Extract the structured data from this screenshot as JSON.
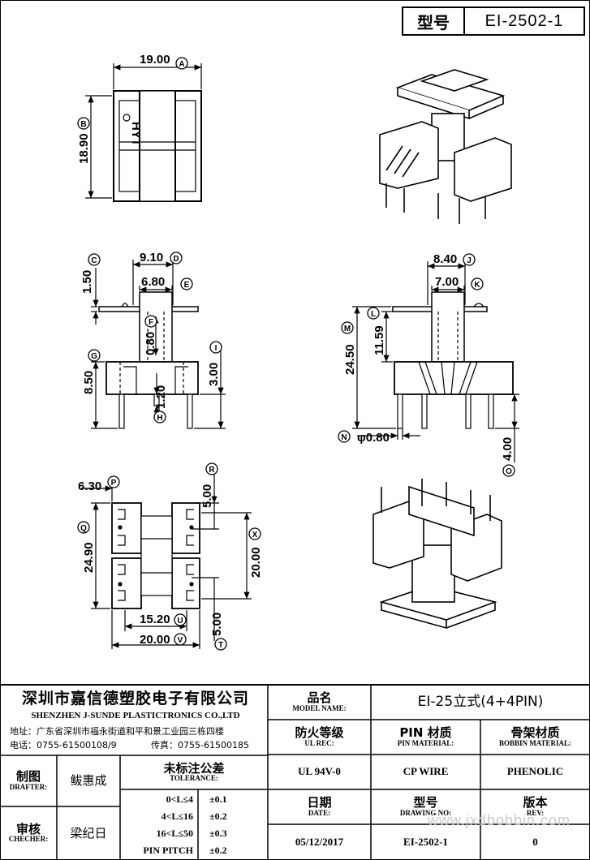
{
  "header": {
    "model_label": "型号",
    "model_value": "EI-2502-1"
  },
  "dimensions": {
    "a": "19.00",
    "b": "18.90",
    "c": "1.50",
    "d": "9.10",
    "e": "6.80",
    "f": "0.80",
    "g": "8.50",
    "h": "1.20",
    "i": "3.00",
    "j": "8.40",
    "k": "7.00",
    "l": "11.59",
    "m": "24.50",
    "n": "φ0.80",
    "o": "4.00",
    "p": "6.30",
    "q": "24.90",
    "r": "5.00",
    "s": "20.00",
    "t": "5.00",
    "u": "15.20",
    "v": "20.00"
  },
  "circle_letters": {
    "a": "A",
    "b": "B",
    "c": "C",
    "d": "D",
    "e": "E",
    "f": "F",
    "g": "G",
    "h": "H",
    "i": "I",
    "j": "J",
    "k": "K",
    "l": "L",
    "m": "M",
    "n": "N",
    "o": "O",
    "p": "P",
    "q": "Q",
    "r": "R",
    "s": "X",
    "t": "T",
    "u": "U",
    "v": "V"
  },
  "bobbin_mark": "HYT",
  "company": {
    "name_cn": "深圳市嘉信德塑胶电子有限公司",
    "name_en": "SHENZHEN J-SUNDE PLASTICTRONICS CO.,LTD",
    "address": "地址：广东省深圳市福永街道和平和景工业园三栋四楼",
    "phone": "电话：0755-61500108/9",
    "fax": "传真：0755-61500185"
  },
  "title_block": {
    "model_name_cn": "品名",
    "model_name_en": "MODEL NAME:",
    "model_name_value": "EI-25立式(4+4PIN)",
    "ul_rec_cn": "防火等级",
    "ul_rec_en": "UL REC:",
    "ul_rec_value": "UL 94V-0",
    "pin_material_cn": "PIN 材质",
    "pin_material_en": "PIN MATERIAL:",
    "pin_material_value": "CP WIRE",
    "bobbin_material_cn": "骨架材质",
    "bobbin_material_en": "BOBBIN MATERIAL:",
    "bobbin_material_value": "PHENOLIC",
    "drafter_cn": "制图",
    "drafter_en": "DRAFTER:",
    "drafter_value": "鲅惠成",
    "checker_cn": "审核",
    "checker_en": "CHECHER:",
    "checker_value": "梁纪日",
    "tolerance_cn": "未标注公差",
    "tolerance_en": "TOLERANCE:",
    "tolerance_rows": [
      {
        "range": "0<L≤4",
        "value": "±0.1"
      },
      {
        "range": "4<L≤16",
        "value": "±0.2"
      },
      {
        "range": "16<L≤50",
        "value": "±0.3"
      },
      {
        "range": "PIN PITCH",
        "value": "±0.2"
      }
    ],
    "date_cn": "日期",
    "date_en": "DATE:",
    "date_value": "05/12/2017",
    "drawing_no_cn": "型号",
    "drawing_no_en": "DRAWING NO:",
    "drawing_no_value": "EI-2502-1",
    "rev_cn": "版本",
    "rev_en": "REV:",
    "rev_value": "0"
  },
  "watermark": "www.jxdbobbin.com"
}
